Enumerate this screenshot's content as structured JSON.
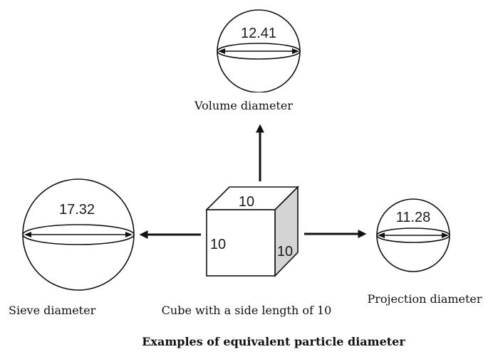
{
  "figure": {
    "title": "Examples of equivalent particle diameter"
  },
  "volume": {
    "value": "12.41",
    "caption": "Volume diameter"
  },
  "sieve": {
    "value": "17.32",
    "caption": "Sieve diameter"
  },
  "projection": {
    "value": "11.28",
    "caption": "Projection diameter"
  },
  "cube": {
    "top_label": "10",
    "front_label": "10",
    "side_label": "10",
    "caption": "Cube with a side length of 10"
  },
  "colors": {
    "stroke": "#111111",
    "cube_side_shade": "#d4d4d4"
  }
}
